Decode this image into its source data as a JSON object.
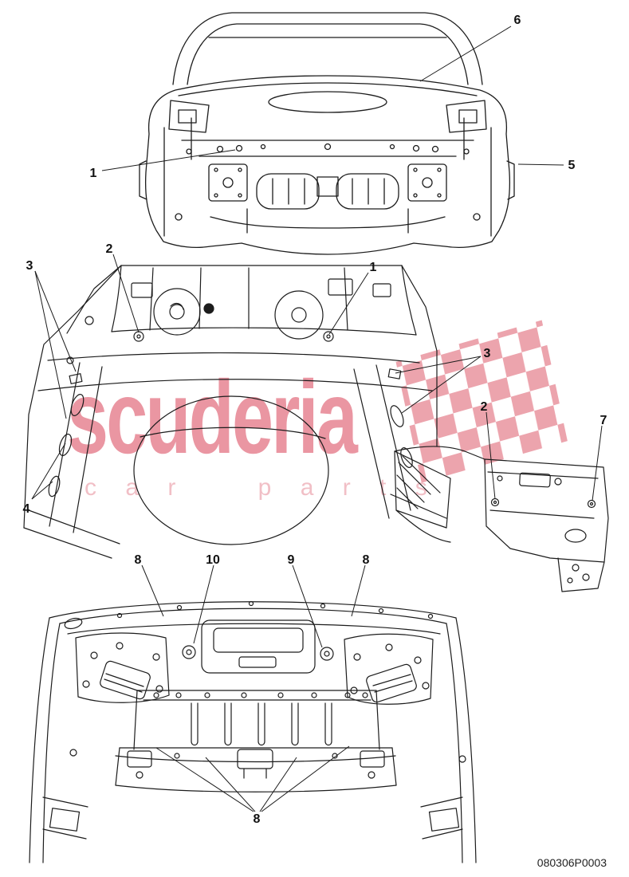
{
  "page": {
    "part_number": "080306P0003",
    "background_color": "#ffffff",
    "line_color": "#1c1c1c"
  },
  "watermark": {
    "title": "scuderia",
    "subtitle": "c a r    p a r t s",
    "title_color": "#ea96a2",
    "subtitle_color": "#f1bfc6",
    "flag_color": "#eb9fa9"
  },
  "figures": {
    "rear_body_view": {
      "callouts": [
        {
          "label": "6"
        },
        {
          "label": "1"
        },
        {
          "label": "5"
        }
      ]
    },
    "trunk_floor_view": {
      "callouts": [
        {
          "label": "3"
        },
        {
          "label": "2"
        },
        {
          "label": "1"
        },
        {
          "label": "3"
        },
        {
          "label": "4"
        }
      ]
    },
    "panel_detail_view": {
      "callouts": [
        {
          "label": "2"
        },
        {
          "label": "7"
        }
      ]
    },
    "front_bulkhead_view": {
      "callouts": [
        {
          "label": "8"
        },
        {
          "label": "10"
        },
        {
          "label": "9"
        },
        {
          "label": "8"
        },
        {
          "label": "8"
        }
      ]
    }
  }
}
